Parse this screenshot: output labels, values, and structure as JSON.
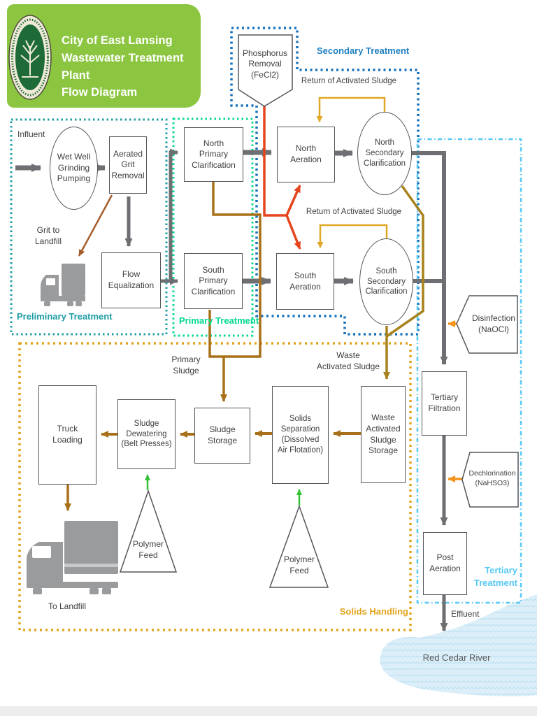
{
  "header": {
    "title": "City of East Lansing\nWastewater Treatment Plant\nFlow Diagram",
    "logo_name": "city-of-east-lansing-seal",
    "bg_color": "#8CC641"
  },
  "sections": {
    "preliminary": {
      "label": "Preliminary Treatment",
      "color": "#1E9DA4"
    },
    "primary": {
      "label": "Primary Treatment",
      "color": "#00D98E"
    },
    "secondary": {
      "label": "Secondary Treatment",
      "color": "#1E7FC2"
    },
    "tertiary": {
      "label": "Tertiary\nTreatment",
      "color": "#55C8F5"
    },
    "solids": {
      "label": "Solids Handling",
      "color": "#E2A41F"
    }
  },
  "nodes": {
    "wet_well": {
      "label": "Wet Well\nGrinding\nPumping",
      "shape": "ellipse"
    },
    "aerated_grit": {
      "label": "Aerated\nGrit\nRemoval",
      "shape": "rect"
    },
    "flow_equalization": {
      "label": "Flow\nEqualization",
      "shape": "rect"
    },
    "north_primary": {
      "label": "North\nPrimary\nClarification",
      "shape": "rect"
    },
    "south_primary": {
      "label": "South\nPrimary\nClarification",
      "shape": "rect"
    },
    "north_aeration": {
      "label": "North\nAeration",
      "shape": "rect"
    },
    "south_aeration": {
      "label": "South\nAeration",
      "shape": "rect"
    },
    "north_secondary": {
      "label": "North\nSecondary\nClarification",
      "shape": "ellipse"
    },
    "south_secondary": {
      "label": "South\nSecondary\nClarification",
      "shape": "ellipse"
    },
    "phosphorus_removal": {
      "label": "Phosphorus\nRemoval\n(FeCl2)",
      "shape": "pentagon-down"
    },
    "disinfection": {
      "label": "Disinfection\n(NaOCl)",
      "shape": "pentagon-left"
    },
    "dechlorination": {
      "label": "Dechlorination\n(NaHSO3)",
      "shape": "pentagon-left"
    },
    "tertiary_filtration": {
      "label": "Tertiary\nFiltration",
      "shape": "rect"
    },
    "post_aeration": {
      "label": "Post\nAeration",
      "shape": "rect"
    },
    "truck_loading": {
      "label": "Truck\nLoading",
      "shape": "rect"
    },
    "sludge_dewatering": {
      "label": "Sludge\nDewatering\n(Belt Presses)",
      "shape": "rect"
    },
    "sludge_storage": {
      "label": "Sludge\nStorage",
      "shape": "rect"
    },
    "solids_separation": {
      "label": "Solids\nSeparation\n(Dissolved\nAir Flotation)",
      "shape": "rect"
    },
    "was_storage": {
      "label": "Waste\nActivated\nSludge\nStorage",
      "shape": "rect"
    },
    "polymer_feed_1": {
      "label": "Polymer\nFeed",
      "shape": "triangle"
    },
    "polymer_feed_2": {
      "label": "Polymer\nFeed",
      "shape": "triangle"
    }
  },
  "flow_labels": {
    "influent": "Influent",
    "grit_to_landfill": "Grit to\nLandfill",
    "return_activated_sludge_north": "Return of Activated Sludge",
    "return_activated_sludge_south": "Return of Activated Sludge",
    "primary_sludge": "Primary\nSludge",
    "waste_activated_sludge": "Waste\nActivated Sludge",
    "to_landfill": "To Landfill",
    "effluent": "Effluent",
    "red_cedar_river": "Red Cedar River"
  },
  "colors": {
    "flow_gray": "#6E6F72",
    "return_gold": "#DFA826",
    "chemical_red": "#E5441C",
    "chemical_orange": "#F7941E",
    "polymer_green": "#35C135",
    "grit_brown": "#A55D2B",
    "sludge_brown": "#A87119",
    "was_gold": "#A8821C",
    "truck_gray": "#9A9B9D",
    "river_blue": "#D9EDF8"
  }
}
